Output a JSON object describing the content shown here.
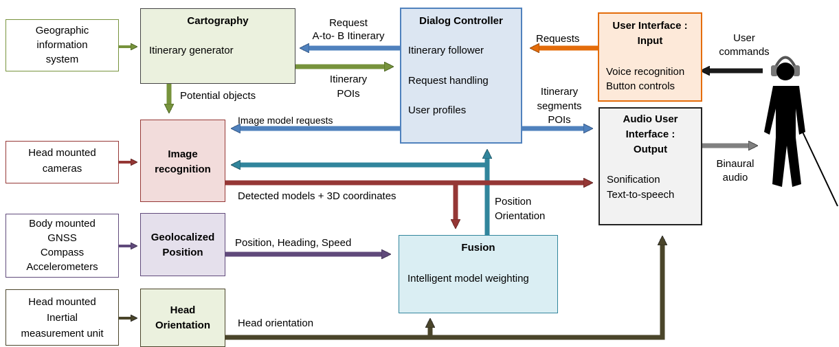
{
  "colors": {
    "green": "#77933C",
    "blue": "#4F81BD",
    "orange": "#E46C0A",
    "red": "#953735",
    "cyan": "#31859C",
    "purple": "#604A7B",
    "dark": "#4A452A",
    "black": "#1a1a1a",
    "gray": "#808080"
  },
  "sources": {
    "gis": [
      "Geographic",
      "information",
      "system"
    ],
    "cameras": [
      "Head mounted",
      "cameras"
    ],
    "body": [
      "Body mounted",
      "GNSS",
      "Compass",
      "Accelerometers"
    ],
    "imu": [
      "Head mounted",
      "Inertial",
      "measurement unit"
    ]
  },
  "modules": {
    "cartography": {
      "title": "Cartography",
      "lines": [
        "Itinerary generator"
      ]
    },
    "dialog": {
      "title": "Dialog Controller",
      "lines": [
        "Itinerary follower",
        "Request handling",
        "User profiles"
      ]
    },
    "ui_input": {
      "title": [
        "User Interface :",
        "Input"
      ],
      "lines": [
        "Voice recognition",
        "Button controls"
      ]
    },
    "image": {
      "title": [
        "Image",
        "recognition"
      ]
    },
    "geo": {
      "title": [
        "Geolocalized",
        "Position"
      ]
    },
    "head": {
      "title": [
        "Head",
        "Orientation"
      ]
    },
    "fusion": {
      "title": "Fusion",
      "lines": [
        "Intelligent model weighting"
      ]
    },
    "audio": {
      "title": [
        "Audio User",
        "Interface :",
        "Output"
      ],
      "lines": [
        "Sonification",
        "Text-to-speech"
      ]
    }
  },
  "arrow_labels": {
    "request": [
      "Request",
      "A-to- B Itinerary"
    ],
    "itinerary_pois": [
      "Itinerary",
      "POIs"
    ],
    "requests": "Requests",
    "user_commands": [
      "User",
      "commands"
    ],
    "potential_objects": "Potential objects",
    "image_model_requests": "Image model requests",
    "segments": [
      "Itinerary",
      "segments",
      "POIs"
    ],
    "binaural": [
      "Binaural",
      "audio"
    ],
    "detected": "Detected models + 3D coordinates",
    "position_orientation": [
      "Position",
      "Orientation"
    ],
    "position_heading": "Position, Heading, Speed",
    "head_orientation": "Head orientation"
  }
}
